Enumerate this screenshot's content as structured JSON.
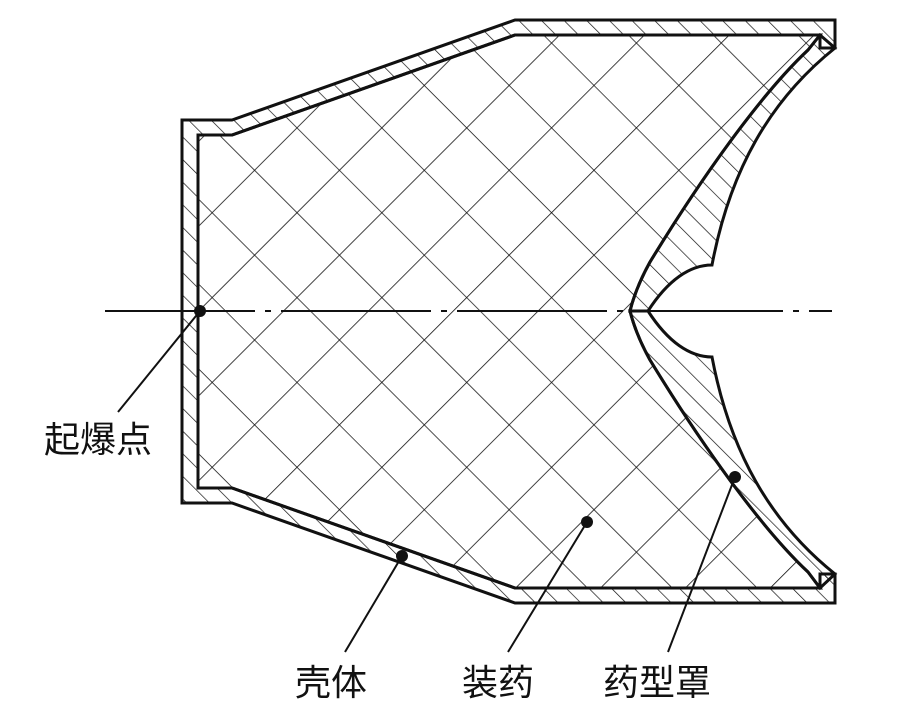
{
  "labels": {
    "detonation_point": "起爆点",
    "casing": "壳体",
    "charge": "装药",
    "liner": "药型罩"
  },
  "colors": {
    "line": "#111111",
    "background": "#ffffff"
  }
}
